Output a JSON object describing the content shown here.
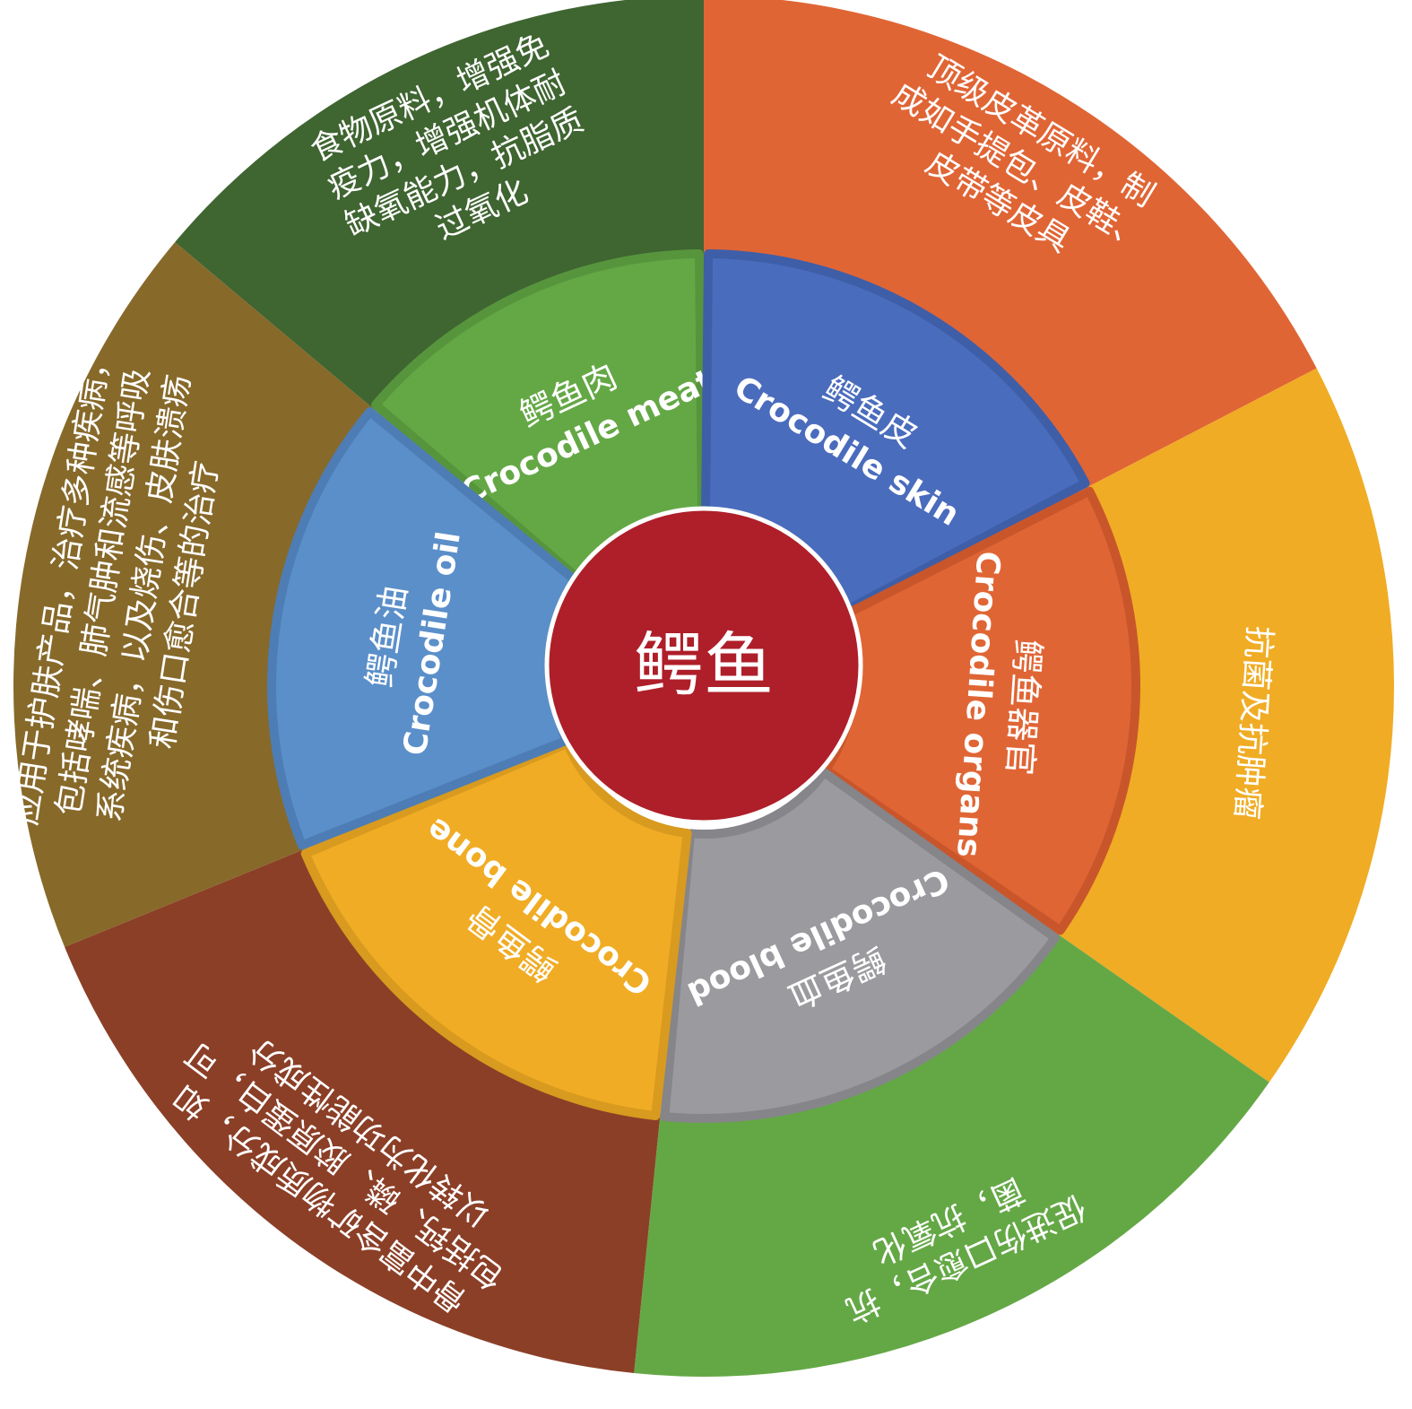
{
  "center": {
    "label": "鳄鱼",
    "color": "#ae1f2a"
  },
  "inner": [
    {
      "cn": "鳄鱼肉",
      "en": "Crocodile meat",
      "color": "#64a846",
      "border": "#57953d"
    },
    {
      "cn": "鳄鱼皮",
      "en": "Crocodile skin",
      "color": "#4a6cbd",
      "border": "#3e5ea8"
    },
    {
      "cn": "鳄鱼器官",
      "en": "Crocodile organs",
      "color": "#e06535",
      "border": "#c9562a"
    },
    {
      "cn": "鳄鱼血",
      "en": "Crocodile blood",
      "color": "#9b9b9f",
      "border": "#85858a"
    },
    {
      "cn": "鳄鱼骨",
      "en": "Crocodile bone",
      "color": "#f0ac24",
      "border": "#d89a1f"
    },
    {
      "cn": "鳄鱼油",
      "en": "Crocodile oil",
      "color": "#5b8fc9",
      "border": "#4d7db4"
    }
  ],
  "outer": [
    {
      "lines": [
        "食物原料，增强免",
        "疫力，增强机体耐",
        "缺氧能力，抗脂质",
        "过氧化"
      ],
      "color": "#3f6531"
    },
    {
      "lines": [
        "顶级皮革原料，制",
        "成如手提包、皮鞋、",
        "皮带等皮具"
      ],
      "color": "#e06535"
    },
    {
      "lines": [
        "抗菌及抗肿瘤"
      ],
      "color": "#f0ac24"
    },
    {
      "lines": [
        "促进伤口愈合，抗",
        "菌，抗氧化"
      ],
      "color": "#64a846"
    },
    {
      "lines": [
        "骨中富含矿物质成分，如",
        "包括钙、磷、胶原蛋白，可",
        "以转化为功能性成分"
      ],
      "color": "#8b3f27"
    },
    {
      "lines": [
        "应用于护肤产品，治疗多种疾病，",
        "包括哮喘、肺气肿和流感等呼吸",
        "系统疾病，以及烧伤、皮肤溃疡",
        "和伤口愈合等的治疗"
      ],
      "color": "#87692a"
    }
  ]
}
